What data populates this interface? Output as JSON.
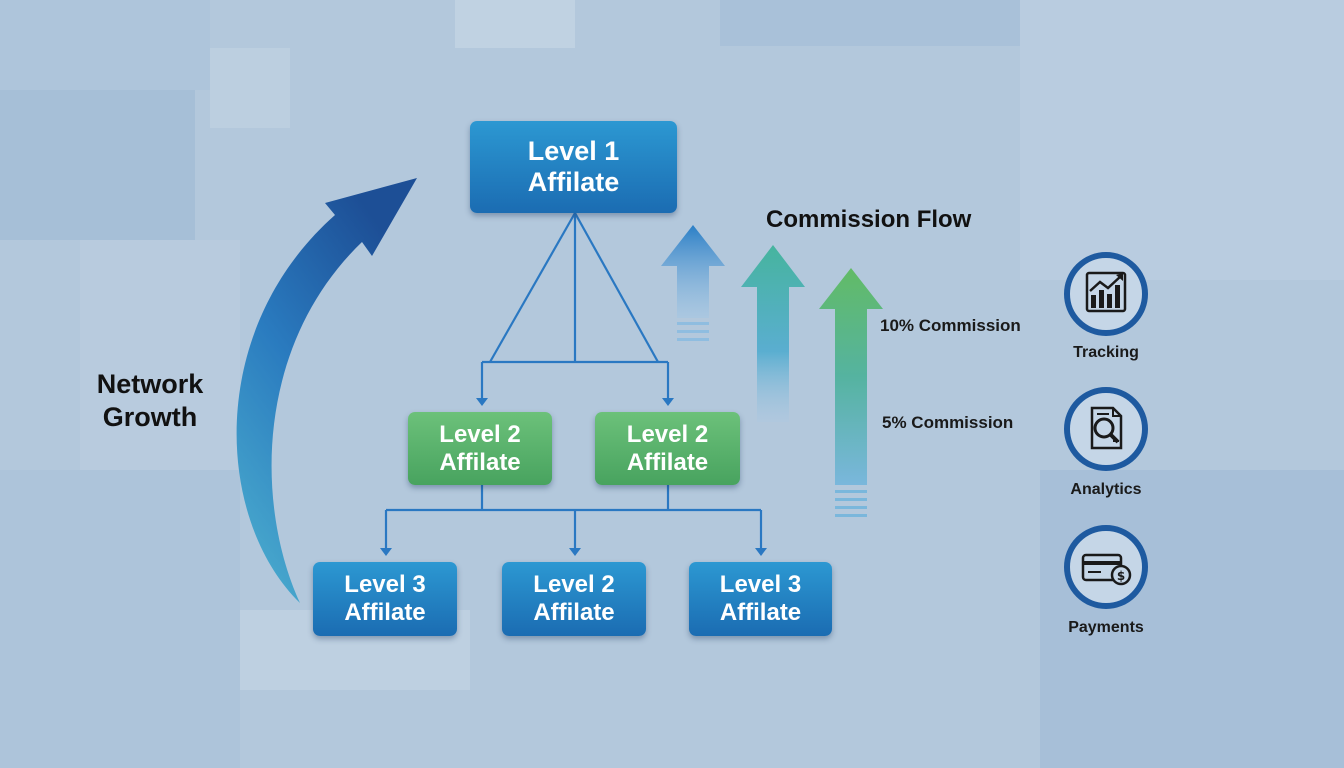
{
  "diagram": {
    "nodes": {
      "level1": {
        "line1": "Level 1",
        "line2": "Affilate"
      },
      "level2_left": {
        "line1": "Level 2",
        "line2": "Affilate"
      },
      "level2_right": {
        "line1": "Level 2",
        "line2": "Affilate"
      },
      "level3_left": {
        "line1": "Level 3",
        "line2": "Affilate"
      },
      "level3_mid": {
        "line1": "Level 2",
        "line2": "Affilate"
      },
      "level3_right": {
        "line1": "Level 3",
        "line2": "Affilate"
      }
    },
    "network_growth": {
      "line1": "Network",
      "line2": "Growth"
    },
    "commission_flow": {
      "title": "Commission Flow",
      "rate_1": "10% Commission",
      "rate_2": "5% Commission"
    },
    "features": [
      {
        "label": "Tracking",
        "icon": "growth-chart-icon"
      },
      {
        "label": "Analytics",
        "icon": "document-magnifier-icon"
      },
      {
        "label": "Payments",
        "icon": "credit-card-dollar-icon"
      }
    ],
    "colors": {
      "blue_node": "#1b6cb2",
      "green_node": "#48a35f",
      "connector": "#2a78c2",
      "icon_ring": "#1e5aa0"
    }
  }
}
